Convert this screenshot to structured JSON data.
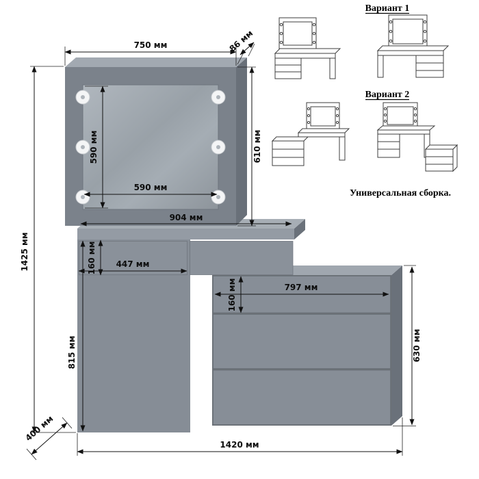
{
  "diagram": {
    "dimensions": {
      "mirror_width": "750 мм",
      "mirror_depth": "86 мм",
      "total_height": "1425 мм",
      "glass_height": "590 мм",
      "glass_width": "590 мм",
      "mirror_height": "610 мм",
      "tabletop_width": "904 мм",
      "table_drawer_height": "160 мм",
      "table_drawer_width": "447 мм",
      "table_height": "815 мм",
      "chest_drawer_height": "160 мм",
      "chest_inner_width": "797 мм",
      "chest_height": "630 мм",
      "depth": "400 мм",
      "total_width": "1420 мм"
    },
    "colors": {
      "furniture_gray": "#868d96",
      "furniture_dark": "#6a717a",
      "furniture_light": "#a7aeb5",
      "dimension_line": "#111111"
    }
  },
  "variants": {
    "variant1_label": "Вариант 1",
    "variant2_label": "Вариант 2",
    "note": "Универсальная сборка."
  }
}
